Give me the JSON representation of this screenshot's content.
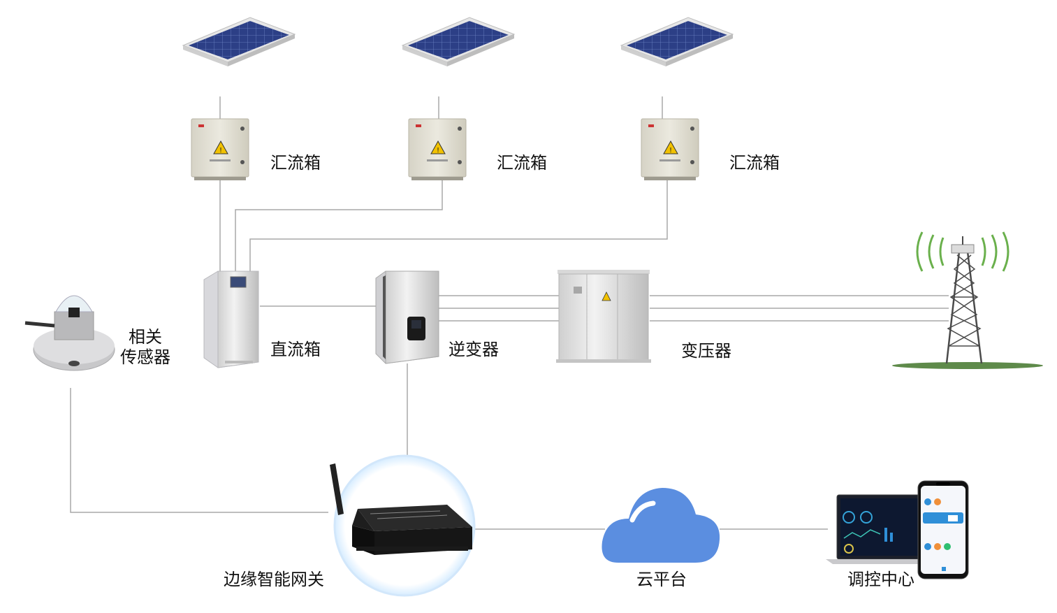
{
  "labels": {
    "combiner_box_1": "汇流箱",
    "combiner_box_2": "汇流箱",
    "combiner_box_3": "汇流箱",
    "dc_cabinet": "直流箱",
    "inverter": "逆变器",
    "transformer": "变压器",
    "sensor_line1": "相关",
    "sensor_line2": "传感器",
    "gateway": "边缘智能网关",
    "cloud": "云平台",
    "control_center": "调控中心"
  },
  "colors": {
    "line": "#a8a8a8",
    "cloud": "#5b8ee0",
    "signal": "#6ab04c",
    "ground": "#5e8a4a",
    "solar_cell": "#2c3f86",
    "tower": "#4a4a4a"
  },
  "icons": [
    "solar-panel-icon",
    "combiner-box-icon",
    "dc-cabinet-icon",
    "inverter-icon",
    "transformer-icon",
    "signal-tower-icon",
    "sensor-icon",
    "gateway-icon",
    "cloud-icon",
    "laptop-icon",
    "phone-icon"
  ]
}
